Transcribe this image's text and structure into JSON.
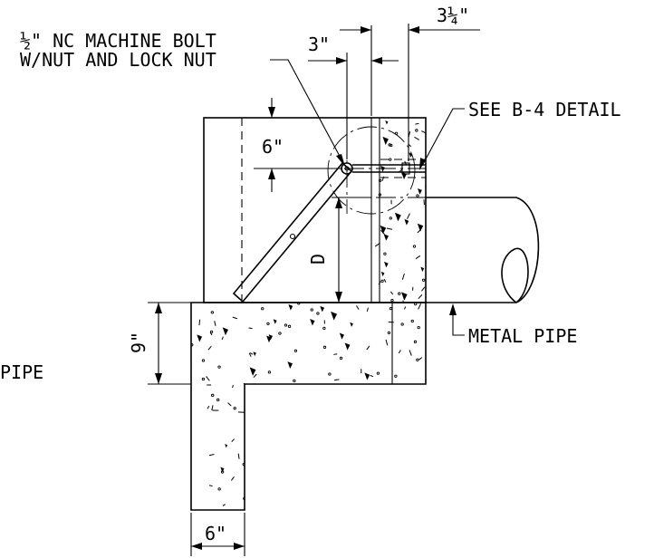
{
  "labels": {
    "bolt_line1": "½\" NC MACHINE BOLT",
    "bolt_line2": "W/NUT AND LOCK NUT",
    "see_detail": "SEE B-4 DETAIL",
    "metal_pipe": "METAL PIPE",
    "pipe_left": "PIPE"
  },
  "dimensions": {
    "dim_3": "3\"",
    "dim_3_1_4": "3¼\"",
    "dim_6_top": "6\"",
    "dim_d": "D",
    "dim_9": "9\"",
    "dim_6_bottom": "6\""
  }
}
